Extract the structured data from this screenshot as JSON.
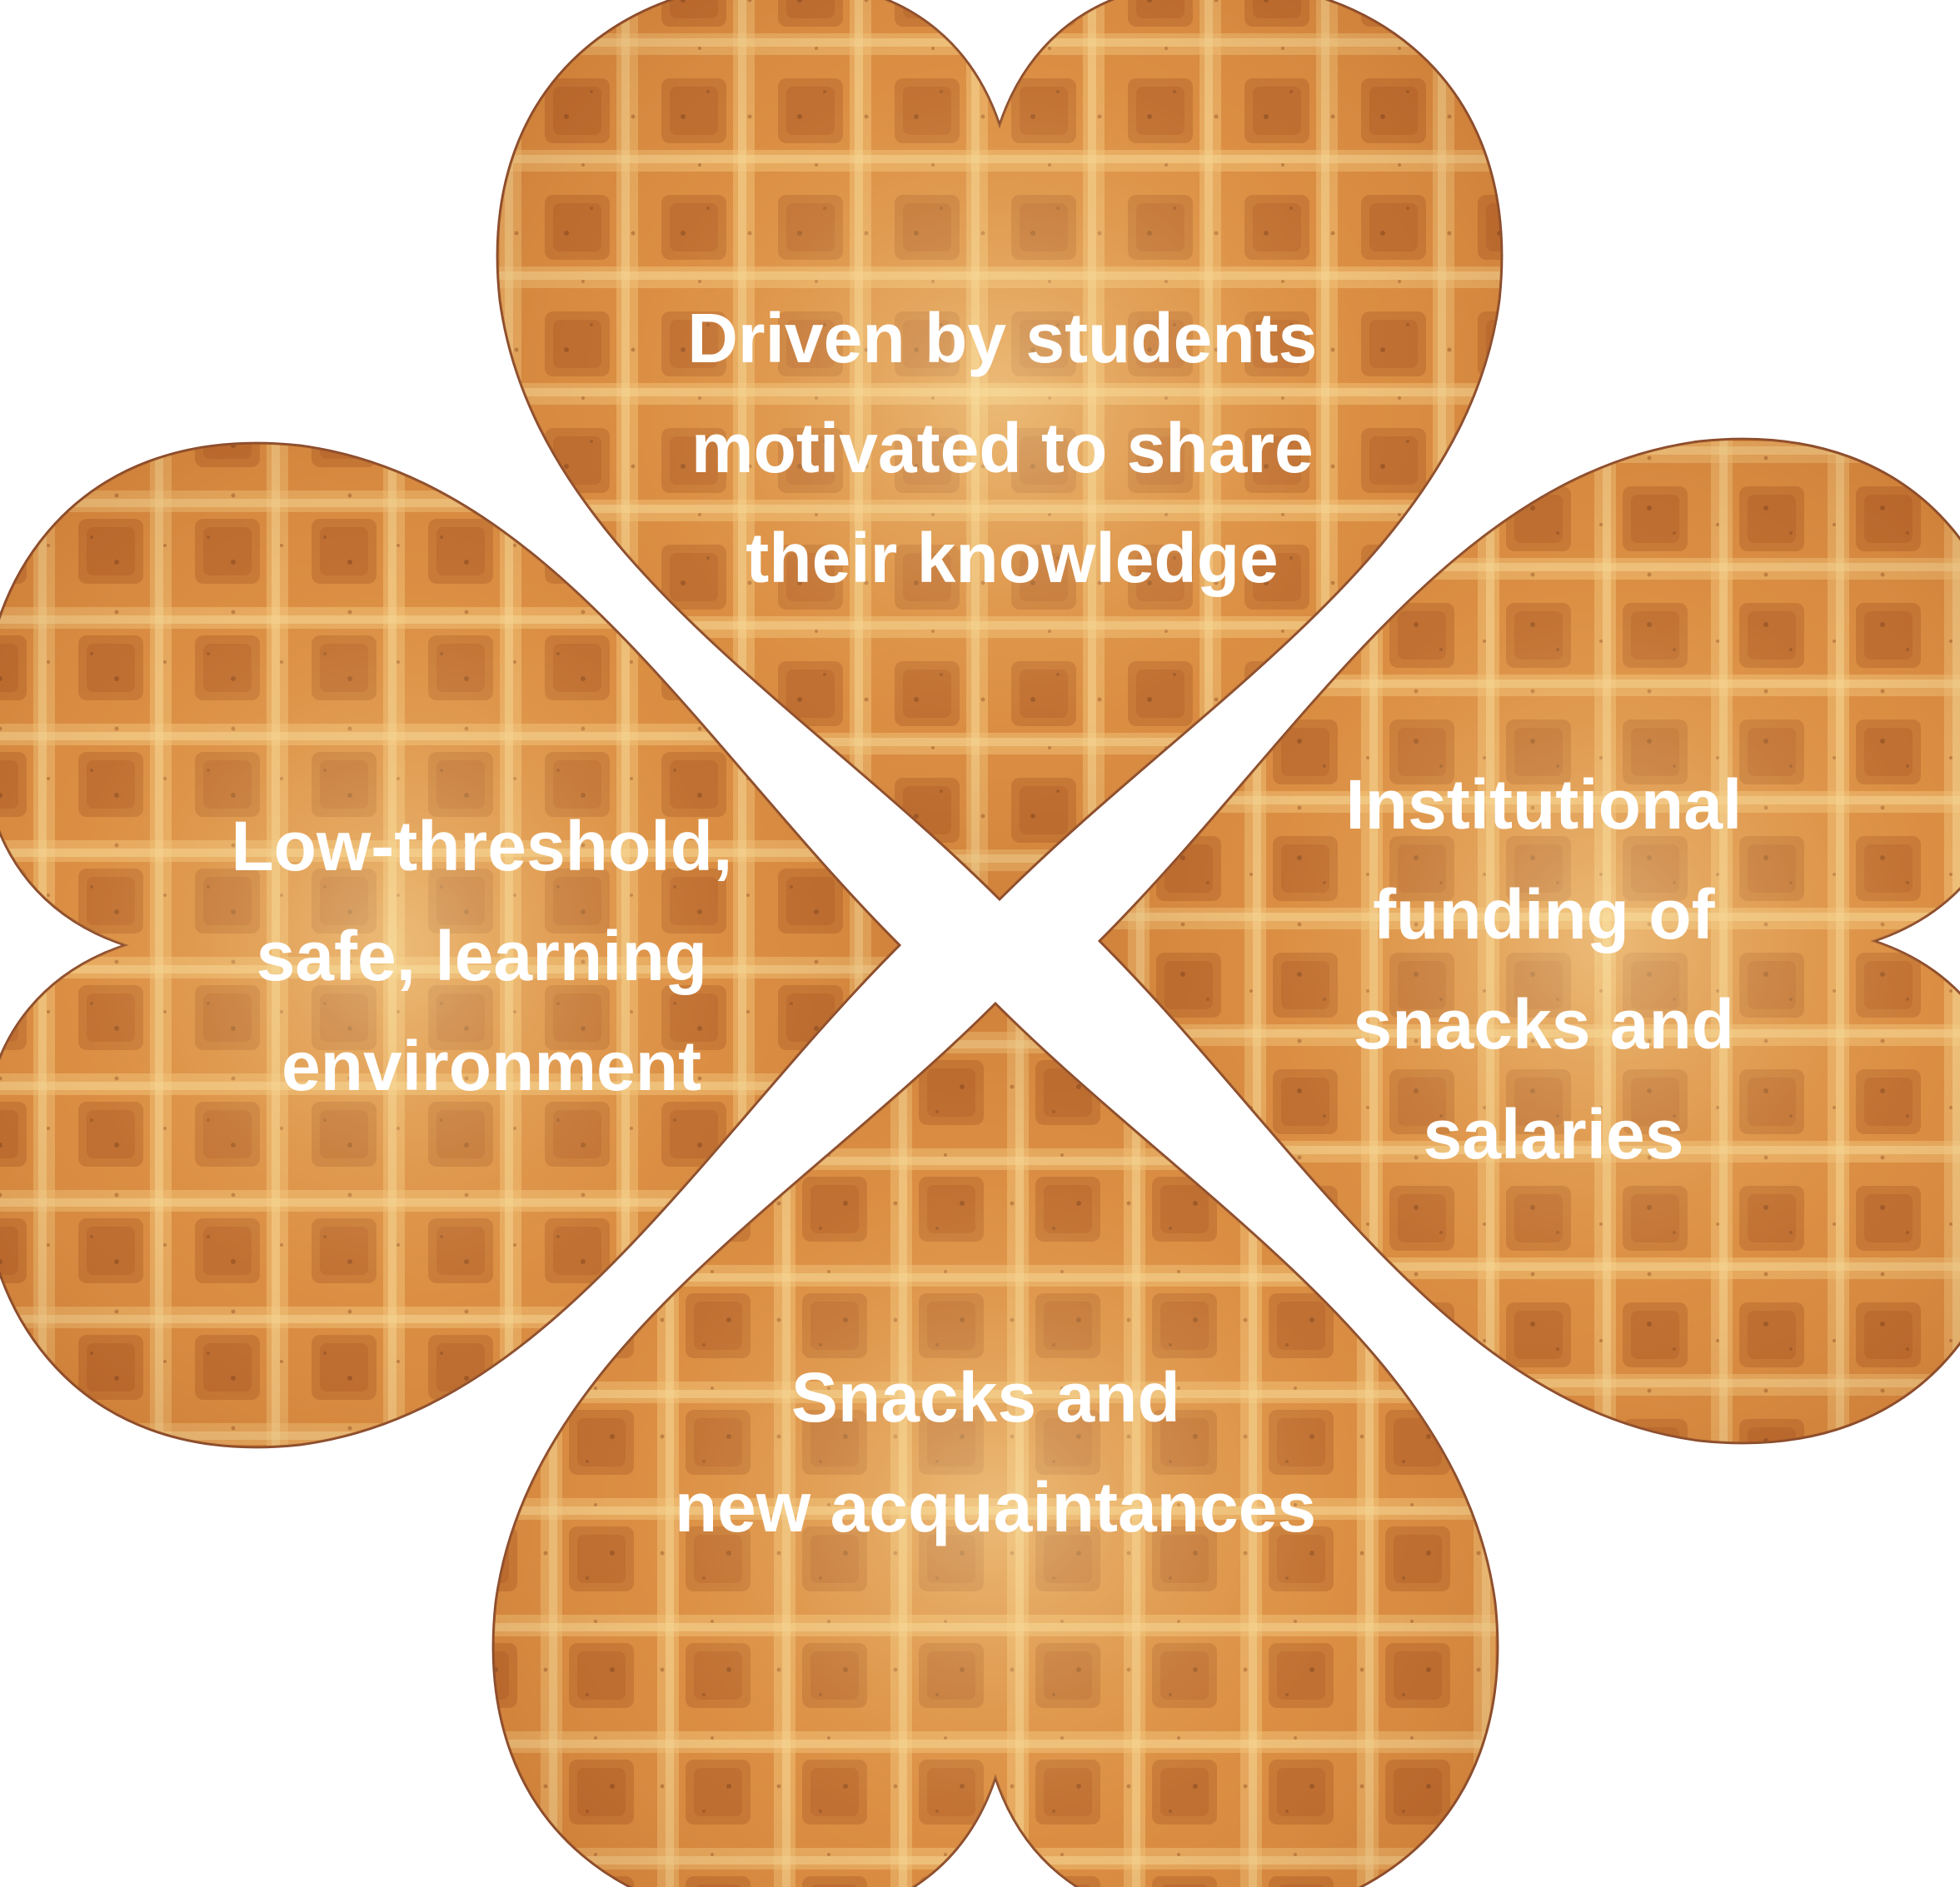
{
  "diagram": {
    "hearts": [
      {
        "id": "top",
        "lines": [
          "Driven by students",
          "motivated to share",
          "their knowledge"
        ]
      },
      {
        "id": "left",
        "lines": [
          "Low-threshold,",
          "safe, learning",
          "environment"
        ]
      },
      {
        "id": "right",
        "lines": [
          "Institutional",
          "funding of",
          "snacks and",
          "salaries"
        ]
      },
      {
        "id": "bottom",
        "lines": [
          "Snacks and",
          "new acquaintances"
        ]
      }
    ],
    "colors": {
      "waffle_base": "#d98a3f",
      "waffle_light": "#f2d08a",
      "waffle_dark": "#b05a24",
      "outline": "#8a4a2a",
      "text": "#ffffff"
    }
  }
}
